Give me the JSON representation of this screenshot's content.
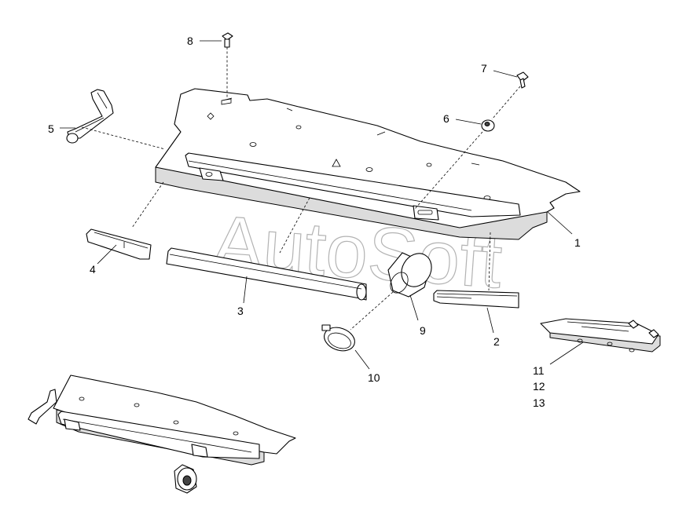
{
  "diagram": {
    "watermark": "AutoSoft",
    "callouts": {
      "c1": "1",
      "c2": "2",
      "c3": "3",
      "c4": "4",
      "c5": "5",
      "c6": "6",
      "c7": "7",
      "c8": "8",
      "c9": "9",
      "c10": "10",
      "c11": "11",
      "c12": "12",
      "c13": "13"
    }
  }
}
